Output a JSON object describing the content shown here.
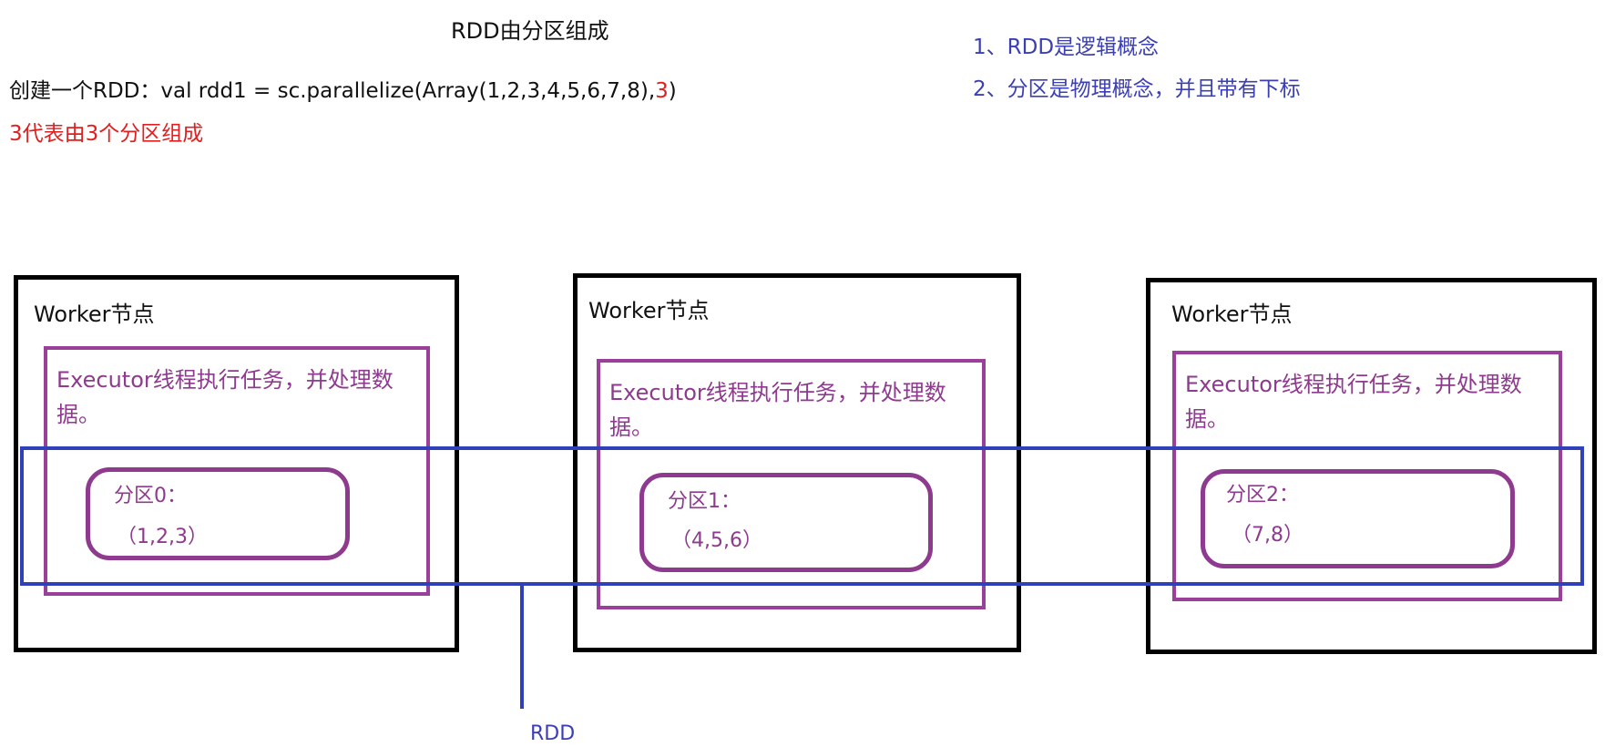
{
  "title": "RDD由分区组成",
  "code_line": {
    "prefix": "创建一个RDD：val rdd1 = sc.parallelize(Array(1,2,3,4,5,6,7,8),",
    "highlight": "3",
    "suffix": ")"
  },
  "note_red": "3代表由3个分区组成",
  "notes": [
    "1、RDD是逻辑概念",
    "2、分区是物理概念，并且带有下标"
  ],
  "workers": [
    {
      "label": "Worker节点",
      "executor_text": "Executor线程执行任务，并处理数据。",
      "partition": {
        "name": "分区0：",
        "values": "（1,2,3）"
      }
    },
    {
      "label": "Worker节点",
      "executor_text": "Executor线程执行任务，并处理数据。",
      "partition": {
        "name": "分区1：",
        "values": "（4,5,6）"
      }
    },
    {
      "label": "Worker节点",
      "executor_text": "Executor线程执行任务，并处理数据。",
      "partition": {
        "name": "分区2：",
        "values": "（7,8）"
      }
    }
  ],
  "rdd_label": "RDD",
  "colors": {
    "worker_border": "#000000",
    "executor": "#9a3f9a",
    "rdd": "#3040b8",
    "highlight": "#e02020",
    "notes": "#3b3fb5"
  }
}
